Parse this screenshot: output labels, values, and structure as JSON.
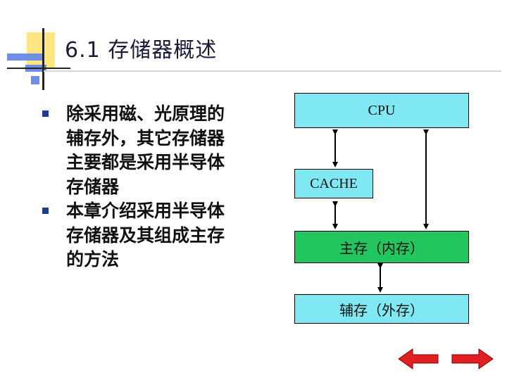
{
  "slide": {
    "title": "6.1  存储器概述",
    "bullets": [
      {
        "text": "除采用磁、光原理的辅存外，其它存储器主要都是采用半导体存储器"
      },
      {
        "text": "本章介绍采用半导体存储器及其组成主存的方法"
      }
    ]
  },
  "diagram": {
    "cpu": "CPU",
    "cache": "CACHE",
    "main_memory": "主存（内存）",
    "aux_memory": "辅存（外存）"
  },
  "colors": {
    "box_cyan": "#7fe8f2",
    "box_green": "#22c55e",
    "deco_yellow": "#ffe680",
    "deco_blue": "#6f8fe6",
    "nav_red": "#e02020"
  },
  "nav": {
    "prev_icon": "left-arrow-icon",
    "next_icon": "right-arrow-icon"
  }
}
